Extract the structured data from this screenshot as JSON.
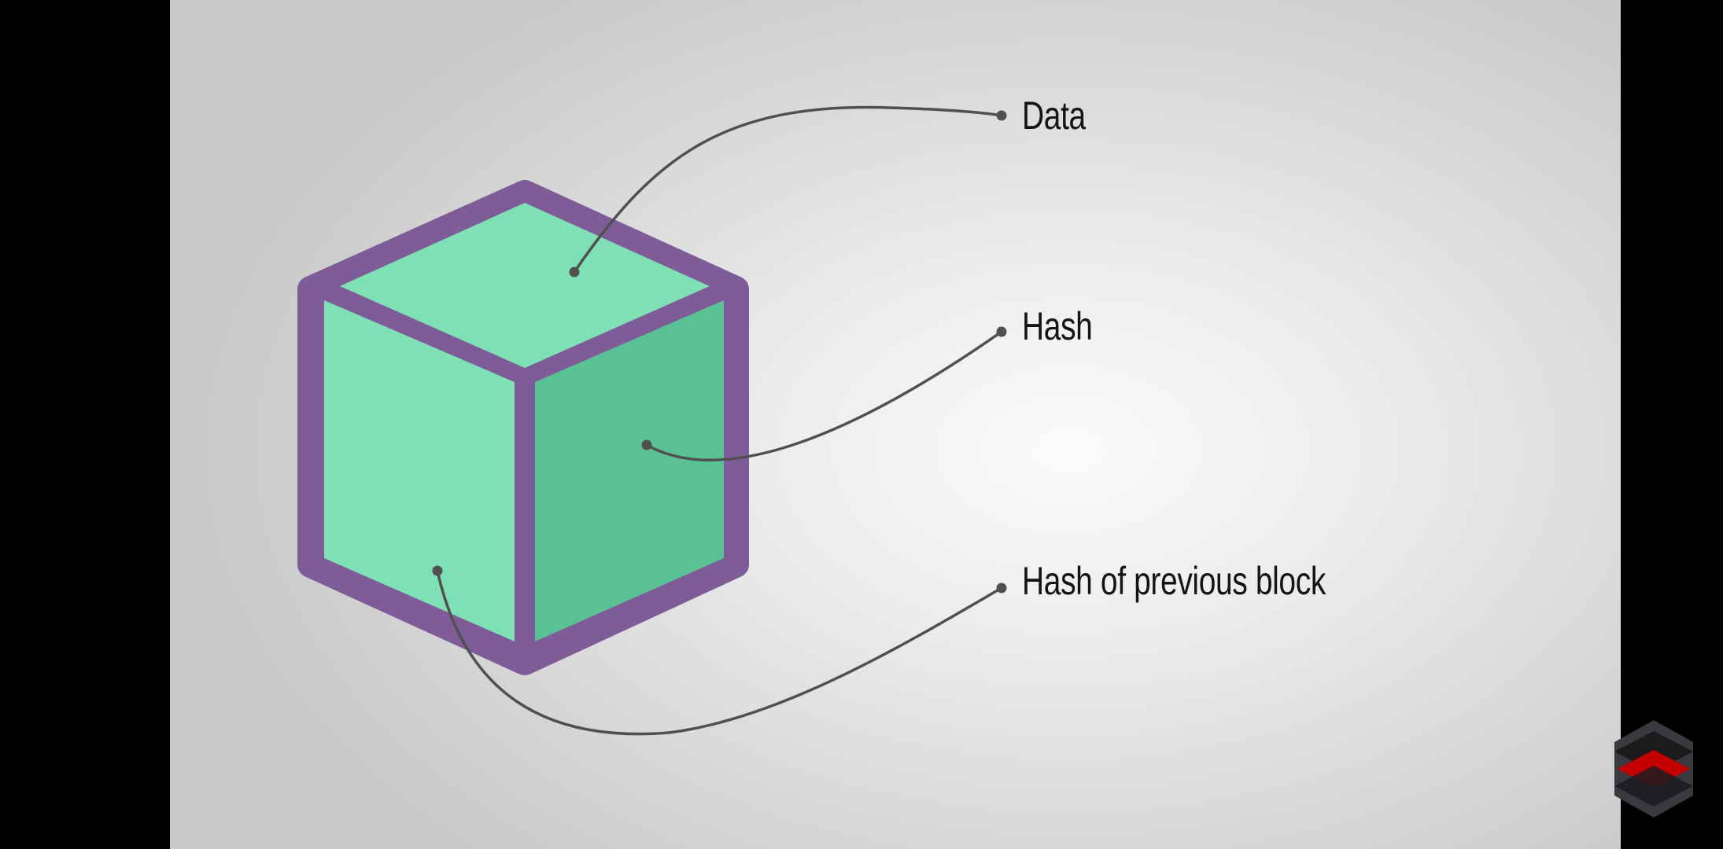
{
  "diagram": {
    "labels": {
      "data": "Data",
      "hash": "Hash",
      "prev_hash": "Hash of previous block"
    },
    "colors": {
      "background_center": "#fbfbfb",
      "background_edge": "#c9c9c9",
      "letterbox": "#000000",
      "cube_outline": "#7e5c97",
      "cube_top_face": "#80e0b5",
      "cube_left_face": "#80e0b5",
      "cube_right_face": "#5ac195",
      "connector": "#505050",
      "label_text": "#141414"
    }
  },
  "logo": {
    "colors": {
      "body": "#3a3a3e",
      "accent": "#c40000"
    }
  }
}
